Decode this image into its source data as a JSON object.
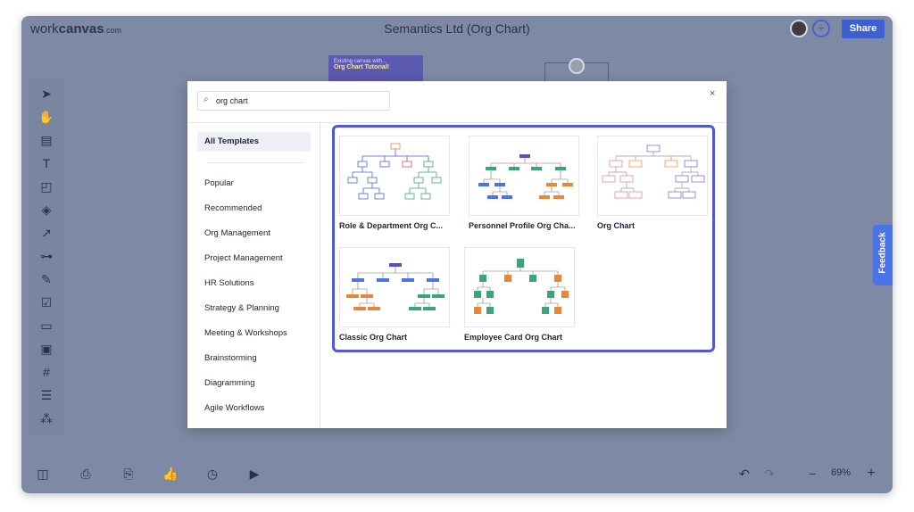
{
  "app": {
    "logo_prefix": "work",
    "logo_bold": "canvas",
    "logo_suffix": ".com",
    "doc_title": "Semantics Ltd (Org Chart)",
    "share_label": "Share",
    "add_collaborator_glyph": "+",
    "feedback_label": "Feedback",
    "zoom_level": "69%"
  },
  "canvas": {
    "note_line1": "Existing canvas with...",
    "note_line2": "Org Chart Tutorial!"
  },
  "toolbar": {
    "tools": [
      {
        "name": "select-icon",
        "glyph": "➤"
      },
      {
        "name": "hand-icon",
        "glyph": "✋"
      },
      {
        "name": "template-icon",
        "glyph": "▤"
      },
      {
        "name": "text-icon",
        "glyph": "T"
      },
      {
        "name": "sticky-note-icon",
        "glyph": "◰"
      },
      {
        "name": "shapes-icon",
        "glyph": "◈"
      },
      {
        "name": "connector-icon",
        "glyph": "↗"
      },
      {
        "name": "mind-map-icon",
        "glyph": "⊶"
      },
      {
        "name": "pen-icon",
        "glyph": "✎"
      },
      {
        "name": "checklist-icon",
        "glyph": "☑"
      },
      {
        "name": "comment-icon",
        "glyph": "▭"
      },
      {
        "name": "image-icon",
        "glyph": "▣"
      },
      {
        "name": "frame-icon",
        "glyph": "#"
      },
      {
        "name": "list-icon",
        "glyph": "☰"
      },
      {
        "name": "more-tools-icon",
        "glyph": "⁂"
      }
    ]
  },
  "bottom": {
    "left_icons": [
      {
        "name": "panel-toggle-icon",
        "glyph": "◫"
      },
      {
        "name": "present-icon",
        "glyph": "⎙"
      },
      {
        "name": "export-icon",
        "glyph": "⎘"
      },
      {
        "name": "thumbs-up-icon",
        "glyph": "👍"
      },
      {
        "name": "timer-icon",
        "glyph": "◷"
      },
      {
        "name": "video-icon",
        "glyph": "▶"
      }
    ],
    "undo_glyph": "↶",
    "redo_glyph": "↷",
    "zoom_out_glyph": "−",
    "zoom_in_glyph": "+"
  },
  "modal": {
    "search_value": "org chart",
    "close_glyph": "×",
    "search_glyph": "⌕",
    "categories": [
      "All Templates",
      "Popular",
      "Recommended",
      "Org Management",
      "Project Management",
      "HR Solutions",
      "Strategy & Planning",
      "Meeting & Workshops",
      "Brainstorming",
      "Diagramming",
      "Agile Workflows"
    ],
    "templates": [
      {
        "label": "Role & Department Org C...",
        "accent": "#4a64c8"
      },
      {
        "label": "Personnel Profile Org Cha...",
        "accent": "#3aa676"
      },
      {
        "label": "Org Chart",
        "accent": "#e07aa8"
      },
      {
        "label": "Classic Org Chart",
        "accent": "#e8873a"
      },
      {
        "label": "Employee Card Org Chart",
        "accent": "#3aa676"
      }
    ]
  },
  "colors": {
    "brand": "#3e5fcf",
    "highlight_border": "#5058d2",
    "canvas_bg": "#7e8aa5"
  }
}
